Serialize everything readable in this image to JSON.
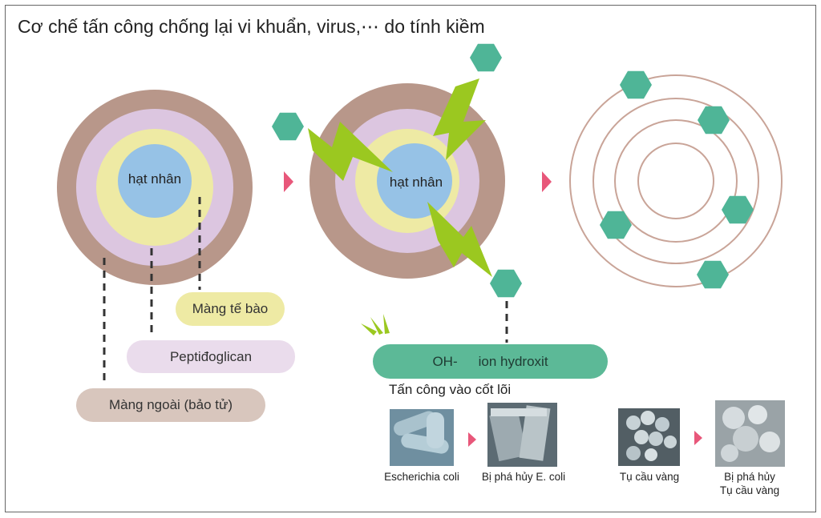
{
  "title": "Cơ chế tấn công chống lại vi khuẩn, virus,⋯ do tính kiềm",
  "diagram": {
    "nucleus_label_1": "hạt nhân",
    "nucleus_label_2": "hạt nhân",
    "label_cell_membrane": "Màng tế bào",
    "label_peptidoglycan": "Peptiđoglican",
    "label_outer_membrane": "Màng ngoài (bảo tử)",
    "oh_label": "OH-",
    "ion_label": "ion hydroxit",
    "attack_label": "Tấn công vào cốt lõi"
  },
  "photos": {
    "ecoli": "Escherichia coli",
    "ecoli_destroyed": "Bị phá hủy E. coli",
    "staph": "Tụ cầu vàng",
    "staph_destroyed_line1": "Bị phá hủy",
    "staph_destroyed_line2": "Tụ cầu vàng"
  },
  "colors": {
    "outer_ring": "#b8978a",
    "peptidoglycan": "#dcc6e0",
    "cell_membrane": "#eeeaa4",
    "nucleus": "#96c2e6",
    "hexagon": "#4fb597",
    "bolt": "#9bc820",
    "arrow": "#e8577a",
    "oh_pill": "#5cb997",
    "ring_lines": "#c9a498"
  }
}
